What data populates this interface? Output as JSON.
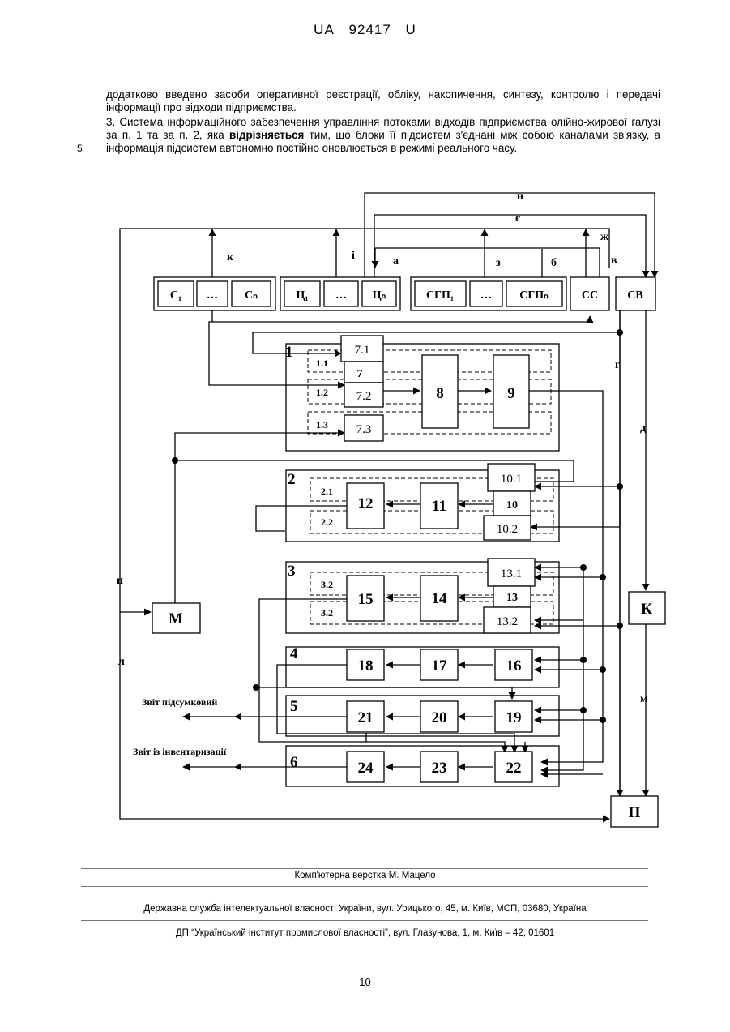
{
  "header": {
    "country": "UA",
    "number": "92417",
    "kind": "U"
  },
  "body": {
    "p1": "додатково введено засоби оперативної реєстрації, обліку, накопичення, синтезу, контролю і передачі інформації про відходи підприємства.",
    "p2_before": "3. Система інформаційного забезпечення управління потоками відходів підприємства олійно-жирової галузі за п. 1 та за п. 2, яка ",
    "p2_bold": "відрізняється",
    "p2_after": " тим, що блоки її підсистем з'єднані між собою каналами зв'язку, а інформація підсистем автономно постійно оновлюється в режимі реального часу.",
    "line_number": "5"
  },
  "diagram": {
    "top_boxes": {
      "c1": "С₁",
      "c_dots": "…",
      "cn": "Сₙ",
      "ts1": "Ц₁",
      "ts_dots": "…",
      "tsn": "Цₙ",
      "sgp1": "СГП₁",
      "sgp_dots": "…",
      "sgpn": "СГПₙ",
      "ss": "СС",
      "sv": "СВ"
    },
    "channels": {
      "n": "н",
      "ye": "є",
      "zh": "ж",
      "k": "к",
      "i": "і",
      "a": "а",
      "z": "з",
      "b": "б",
      "v": "в",
      "g": "г",
      "d": "д",
      "m": "м",
      "p": "п",
      "l": "л"
    },
    "groups": {
      "g1": "1",
      "g2": "2",
      "g3": "3",
      "g4": "4",
      "g5": "5",
      "g6": "6"
    },
    "sublabels": {
      "s11": "1.1",
      "s12": "1.2",
      "s13": "1.3",
      "s21": "2.1",
      "s22": "2.2",
      "s32a": "3.2",
      "s32b": "3.2"
    },
    "blocks": {
      "b71": "7.1",
      "b7": "7",
      "b72": "7.2",
      "b73": "7.3",
      "b8": "8",
      "b9": "9",
      "b101": "10.1",
      "b10": "10",
      "b102": "10.2",
      "b12": "12",
      "b11": "11",
      "b131": "13.1",
      "b13": "13",
      "b132": "13.2",
      "b15": "15",
      "b14": "14",
      "b18": "18",
      "b17": "17",
      "b16": "16",
      "b21": "21",
      "b20": "20",
      "b19": "19",
      "b24": "24",
      "b23": "23",
      "b22": "22",
      "bM": "М",
      "bK": "К",
      "bP": "П"
    },
    "outputs": {
      "summary": "Звіт підсумковий",
      "inventory": "Звіт із інвентаризації"
    }
  },
  "footer": {
    "layout": "Комп'ютерна верстка М. Мацело",
    "office": "Державна служба інтелектуальної власності України, вул. Урицького, 45, м. Київ, МСП, 03680, Україна",
    "institute": "ДП “Український інститут промислової власності”, вул. Глазунова, 1, м. Київ – 42, 01601",
    "page": "10"
  }
}
